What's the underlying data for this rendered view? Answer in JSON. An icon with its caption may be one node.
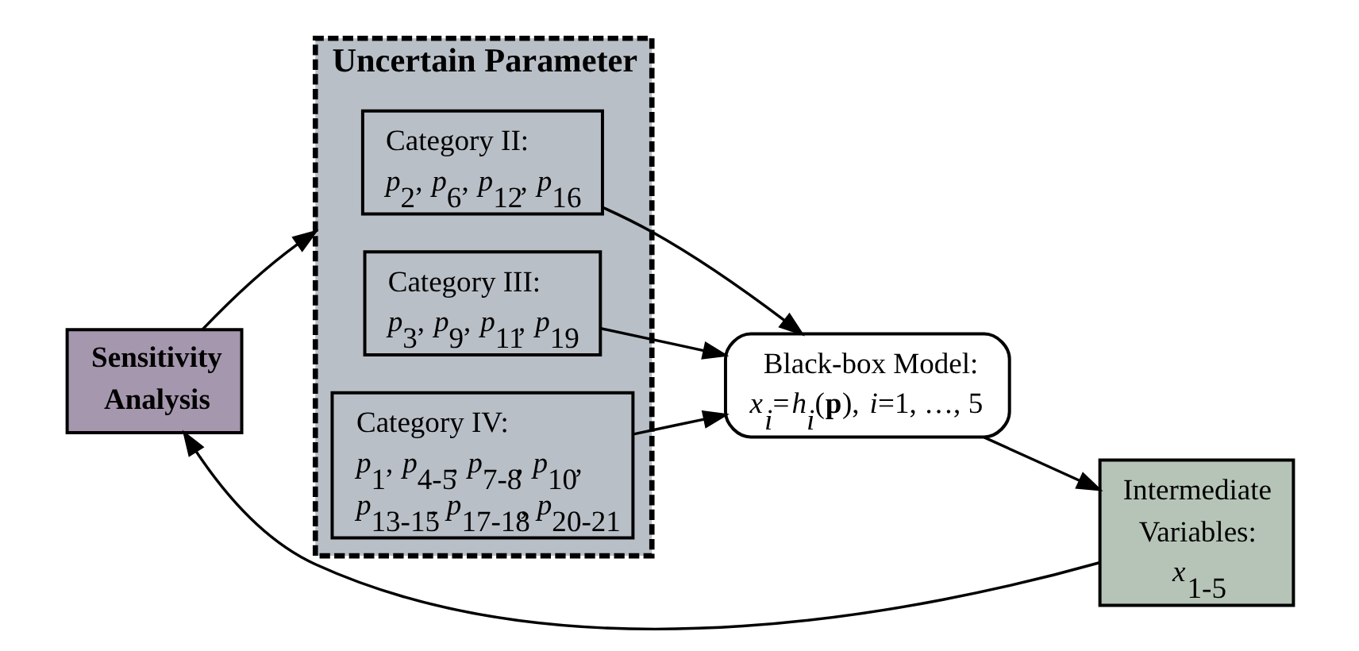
{
  "diagram": {
    "nodes": [
      {
        "text": [
          "Sensitivity Analysis"
        ]
      },
      {
        "text": [
          "Uncertain Parameter"
        ]
      },
      {
        "text": [
          "Category II:",
          "*p*$_{2}$, *p*$_{6}$, *p*$_{12}$, *p*$_{16}$"
        ],
        "in": 1
      },
      {
        "text": [
          "Category III:",
          "*p*$_{3}$, *p*$_{9}$, *p*$_{11}$, *p*$_{19}$"
        ],
        "in": 1
      },
      {
        "text": [
          "Category IV:",
          "*p*$_{1}$, *p*$_{4-5}$, *p*$_{7-8}$, *p*$_{10}$, *p*$_{13-15}$, *p*$_{17-18}$, *p*$_{20-21}$"
        ],
        "in": 1
      },
      {
        "text": [
          "Black-box Model:",
          "*x$_{i}$*=*h$_{i}$*(**p**), *i*=1, …, 5"
        ]
      },
      {
        "text": [
          "Intermediate Variables:",
          "*x*$_{1-5}$"
        ]
      }
    ],
    "edges": [
      {
        "from": 2,
        "to": 5,
        "arrow": "to"
      },
      {
        "from": 3,
        "to": 5,
        "arrow": "to"
      },
      {
        "from": 4,
        "to": 5,
        "arrow": "to"
      },
      {
        "from": 5,
        "to": 6,
        "arrow": "to"
      },
      {
        "from": 6,
        "to": 0,
        "arrow": "to"
      },
      {
        "from": 0,
        "to": 1,
        "arrow": "to"
      }
    ]
  }
}
